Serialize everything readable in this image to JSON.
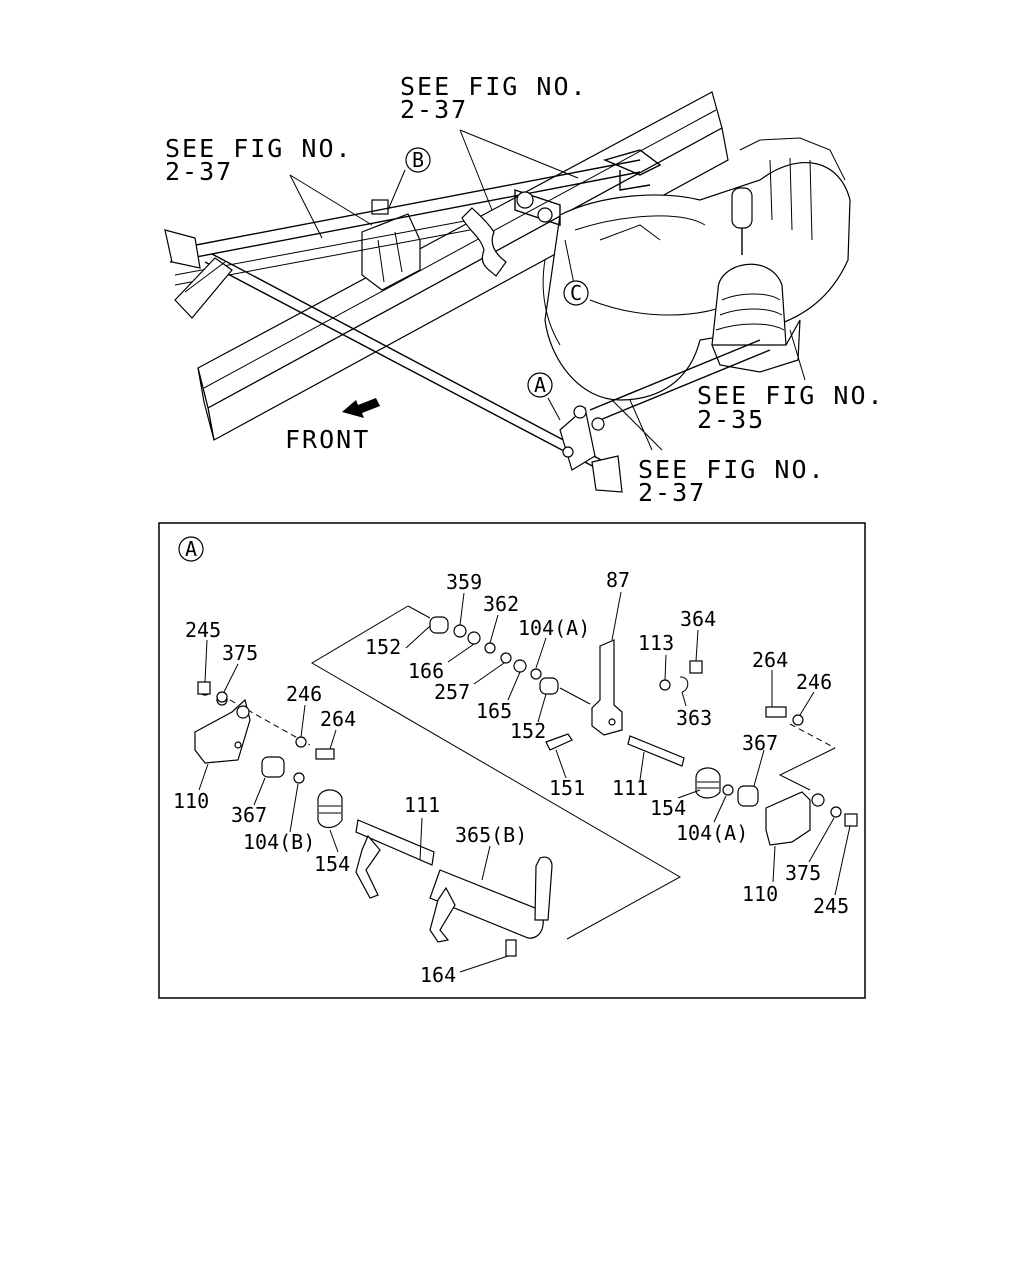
{
  "overview": {
    "notes": [
      {
        "line1": "SEE FIG NO.",
        "line2": "2-37"
      },
      {
        "line1": "SEE FIG NO.",
        "line2": "2-37"
      },
      {
        "line1": "SEE FIG NO.",
        "line2": "2-35"
      },
      {
        "line1": "SEE FIG NO.",
        "line2": "2-37"
      }
    ],
    "callouts": [
      "B",
      "C",
      "A"
    ],
    "front_label": "FRONT"
  },
  "detail": {
    "view_id": "A",
    "part_labels": [
      "245",
      "375",
      "246",
      "264",
      "110",
      "367",
      "104(B)",
      "154",
      "152",
      "359",
      "166",
      "362",
      "257",
      "104(A)",
      "165",
      "152",
      "87",
      "113",
      "364",
      "363",
      "151",
      "111",
      "111",
      "365(B)",
      "164",
      "154",
      "104(A)",
      "367",
      "264",
      "246",
      "110",
      "375",
      "245"
    ]
  }
}
